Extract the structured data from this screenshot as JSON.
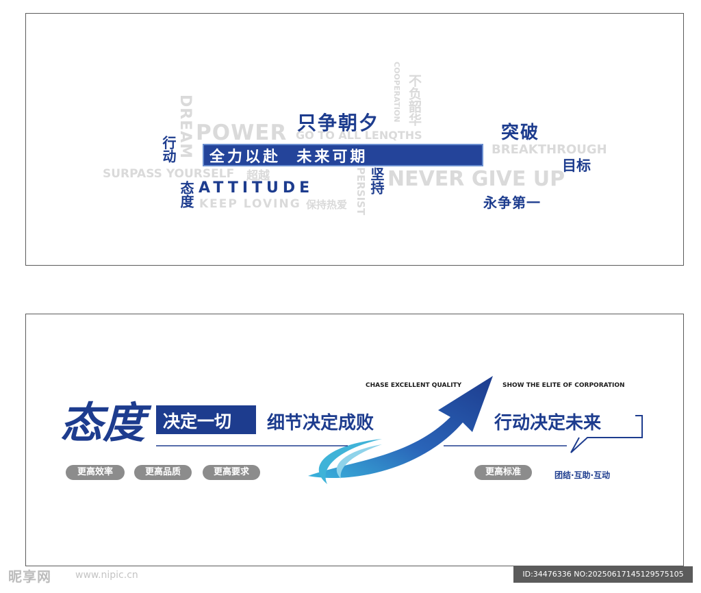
{
  "top_panel": {
    "slogan_main_1": "只争朝夕",
    "slogan_box": "全力以赴  未来可期",
    "breakthrough": "突破",
    "target": "目标",
    "forever_first": "永争第一",
    "action_v": "行动",
    "attitude_v": "态度",
    "persist_v": "坚持",
    "attitude_en": "ATTITUDE",
    "power": "POWER",
    "dream": "DREAM",
    "go_all_lengths": "GO TO ALL LENQTHS",
    "cooperation": "COOPERATION",
    "live_up": "不负韶华",
    "surpass": "SURPASS YOURSELF",
    "surpass_cn": "超越",
    "keep_loving": "KEEP LOVING",
    "keep_loving_cn": "保持热爱",
    "persist_en": "PERSIST",
    "never_give_up": "NEVER GIVE UP",
    "breakthrough_en": "BREAKTHROUGH"
  },
  "bottom_panel": {
    "big_title": "态度",
    "box_label": "决定一切",
    "slogan_details": "细节决定成败",
    "slogan_action": "行动决定未来",
    "chase_quality": "CHASE EXCELLENT QUALITY",
    "show_elite": "SHOW THE ELITE OF CORPORATION",
    "pills_left": [
      "更高效率",
      "更高品质",
      "更高要求"
    ],
    "pill_right": "更高标准",
    "teamwork": "团结·互助·互动"
  },
  "watermark": {
    "logo": "昵享网",
    "url": "www.nipic.cn",
    "id_text": "ID:34476336 NO:20250617145129575105"
  },
  "colors": {
    "brand_blue": "#1d3c8e",
    "light_grey": "#dadada",
    "pill_grey": "#8c8c8c"
  }
}
